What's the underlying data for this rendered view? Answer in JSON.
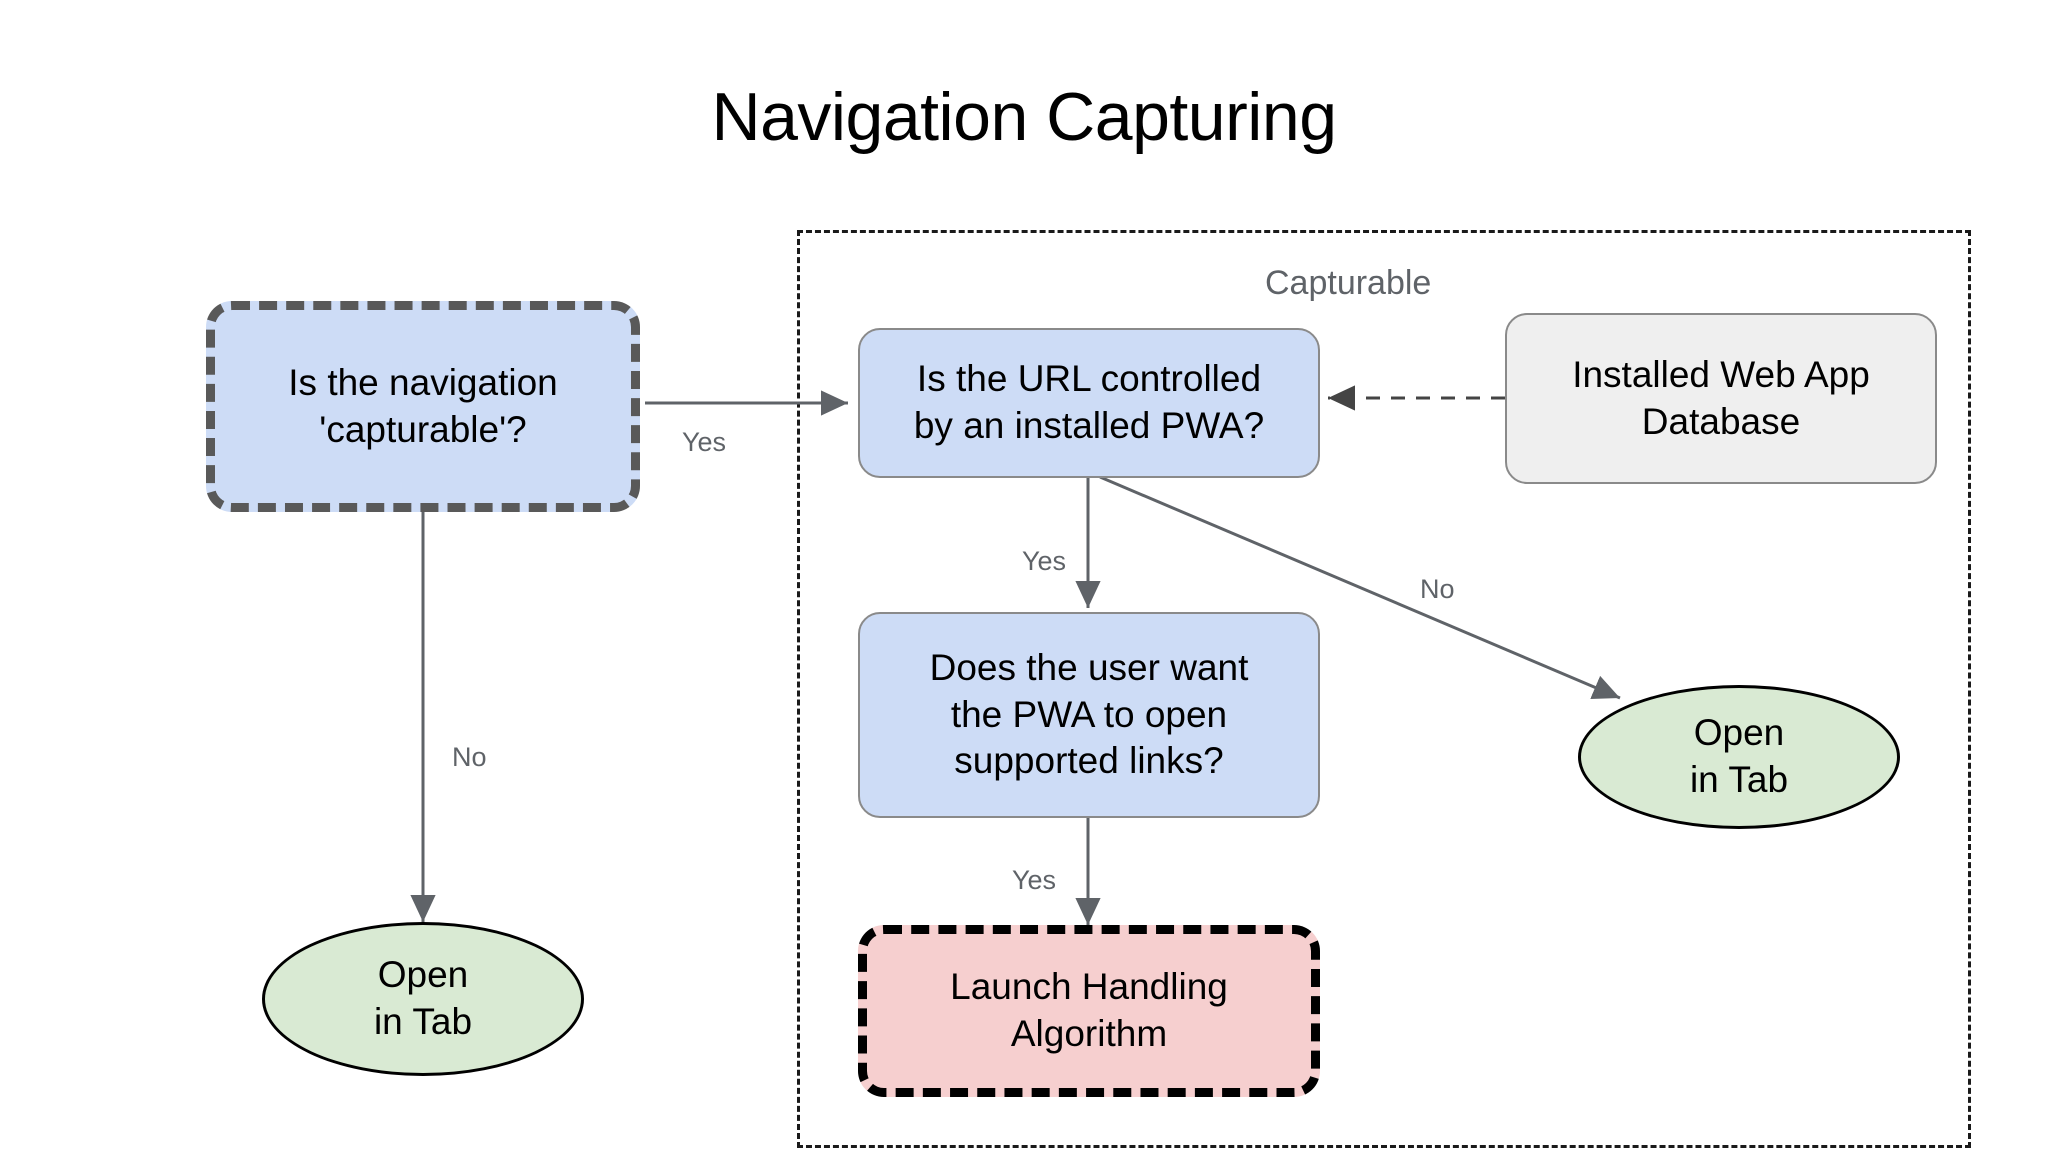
{
  "diagram": {
    "title": "Navigation Capturing",
    "group": {
      "caption": "Capturable"
    },
    "nodes": {
      "is_capturable": {
        "label": "Is the navigation\n'capturable'?",
        "shape": "rounded-rect-dashed",
        "fill": "#cddcf6",
        "stroke": "#595959"
      },
      "open_in_tab_left": {
        "label": "Open\nin Tab",
        "shape": "ellipse",
        "fill": "#d9ead3",
        "stroke": "#000000"
      },
      "url_controlled": {
        "label": "Is the URL controlled\nby an installed PWA?",
        "shape": "rounded-rect",
        "fill": "#cddcf6",
        "stroke": "#8a8a8a"
      },
      "installed_db": {
        "label": "Installed Web App\nDatabase",
        "shape": "rounded-rect",
        "fill": "#efefef",
        "stroke": "#8a8a8a"
      },
      "open_in_tab_right": {
        "label": "Open\nin Tab",
        "shape": "ellipse",
        "fill": "#d9ead3",
        "stroke": "#000000"
      },
      "user_wants_pwa": {
        "label": "Does the user want\nthe PWA to open\nsupported links?",
        "shape": "rounded-rect",
        "fill": "#cddcf6",
        "stroke": "#8a8a8a"
      },
      "launch_handling": {
        "label": "Launch Handling\nAlgorithm",
        "shape": "rounded-rect-dashed",
        "fill": "#f6cfcf",
        "stroke": "#000000"
      }
    },
    "edges": [
      {
        "id": "capturable-yes",
        "from": "is_capturable",
        "to": "url_controlled",
        "label": "Yes",
        "style": "solid"
      },
      {
        "id": "capturable-no",
        "from": "is_capturable",
        "to": "open_in_tab_left",
        "label": "No",
        "style": "solid"
      },
      {
        "id": "db-feeds-url",
        "from": "installed_db",
        "to": "url_controlled",
        "label": "",
        "style": "dashed"
      },
      {
        "id": "url-yes",
        "from": "url_controlled",
        "to": "user_wants_pwa",
        "label": "Yes",
        "style": "solid"
      },
      {
        "id": "url-no",
        "from": "url_controlled",
        "to": "open_in_tab_right",
        "label": "No",
        "style": "solid"
      },
      {
        "id": "user-yes",
        "from": "user_wants_pwa",
        "to": "launch_handling",
        "label": "Yes",
        "style": "solid"
      }
    ],
    "palette": {
      "background": "#ffffff",
      "blue_fill": "#cddcf6",
      "green_fill": "#d9ead3",
      "pink_fill": "#f6cfcf",
      "gray_fill": "#efefef",
      "edge_stroke": "#5f6368",
      "caption_text": "#5f6368",
      "body_text": "#000000"
    }
  }
}
